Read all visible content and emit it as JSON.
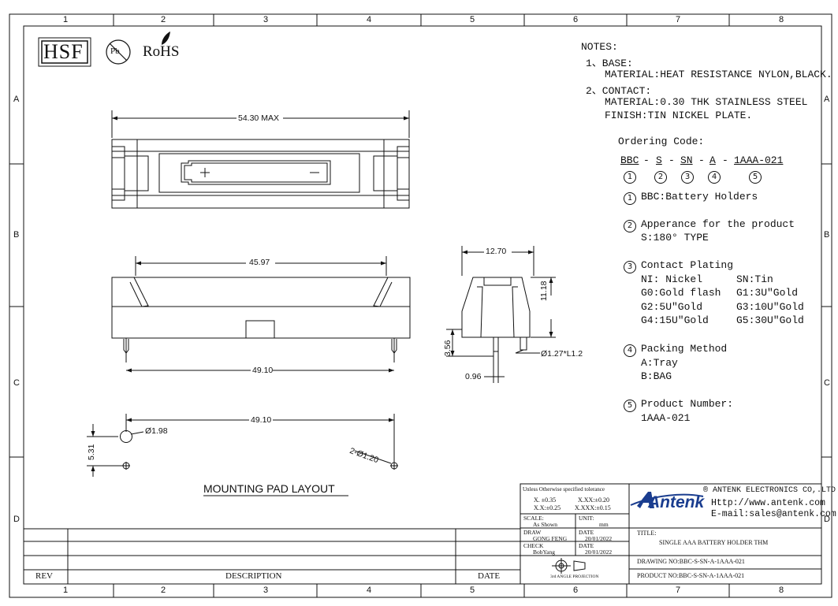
{
  "frame": {
    "columns": [
      "1",
      "2",
      "3",
      "4",
      "5",
      "6",
      "7",
      "8"
    ],
    "rows": [
      "A",
      "B",
      "C",
      "D"
    ]
  },
  "logos": {
    "hsf": "HSF",
    "pb": "Pb",
    "rohs": "RoHS"
  },
  "notes": {
    "heading": "NOTES:",
    "n1": "1、BASE:",
    "n1a": "MATERIAL:HEAT RESISTANCE NYLON,BLACK.",
    "n2": "2、CONTACT:",
    "n2a": "MATERIAL:0.30 THK STAINLESS STEEL",
    "n2b": "FINISH:TIN NICKEL PLATE."
  },
  "ordering": {
    "title": "Ordering Code:",
    "code": [
      "BBC",
      "S",
      "SN",
      "A",
      "1AAA-021"
    ],
    "nums": [
      "1",
      "2",
      "3",
      "4",
      "5"
    ],
    "items": [
      {
        "num": "1",
        "title": "BBC:Battery Holders",
        "lines": []
      },
      {
        "num": "2",
        "title": "Apperance for the product",
        "lines": [
          "S:180° TYPE"
        ]
      },
      {
        "num": "3",
        "title": "Contact Plating",
        "lines": []
      },
      {
        "num": "4",
        "title": "Packing Method",
        "lines": [
          "A:Tray",
          "B:BAG"
        ]
      },
      {
        "num": "5",
        "title": "Product Number:",
        "lines": [
          "1AAA-021"
        ]
      }
    ],
    "plating_left": [
      "NI: Nickel",
      "G0:Gold flash",
      "G2:5U\"Gold",
      "G4:15U\"Gold"
    ],
    "plating_right": [
      "SN:Tin",
      "G1:3U\"Gold",
      "G3:10U\"Gold",
      "G5:30U\"Gold"
    ]
  },
  "dims": {
    "top_max": "54.30 MAX",
    "front_inner": "45.97",
    "front_pitch": "49.10",
    "side_width": "12.70",
    "side_height": "11.18",
    "side_pin": "3.56",
    "side_pin_dia": "Ø1.27*L1.2",
    "side_pin_w": "0.96",
    "pad_pitch": "49.10",
    "pad_hole": "Ø1.98",
    "pad_offset": "5.31",
    "pad_holes": "2-Ø1.20"
  },
  "mounting_label": "MOUNTING PAD LAYOUT",
  "title_block": {
    "tolerance_head": "Unless Otherwise specified tolerance",
    "tol_x": "X. ±0.35",
    "tol_xx": "X.XX:±0.20",
    "tol_x2": "X.X:±0.25",
    "tol_xxx": "X.XXX:±0.15",
    "scale_label": "SCALE:",
    "scale_val": "As Shown",
    "unit_label": "UNIT:",
    "unit_val": "mm",
    "draw_label": "DRAW",
    "draw_val": "GONG FENG",
    "date_label": "DATE",
    "date_val1": "20/01/2022",
    "check_label": "CHECK",
    "check_val": "BobYang",
    "date_val2": "20/01/2022",
    "projection": "3rd ANGLE PROJECTION",
    "company": "ANTENK ELECTRONICS CO,.LTD",
    "website": "Http://www.antenk.com",
    "email": "E-mail:sales@antenk.com",
    "brand": "Antenk",
    "title_label": "TITLE:",
    "title_val": "SINGLE AAA BATTERY HOLDER THM",
    "drawing_no": "DRAWING NO:BBC-S-SN-A-1AAA-021",
    "product_no": "PRODUCT NO:BBC-S-SN-A-1AAA-021"
  },
  "revision": {
    "rev": "REV",
    "description": "DESCRIPTION",
    "date": "DATE"
  }
}
